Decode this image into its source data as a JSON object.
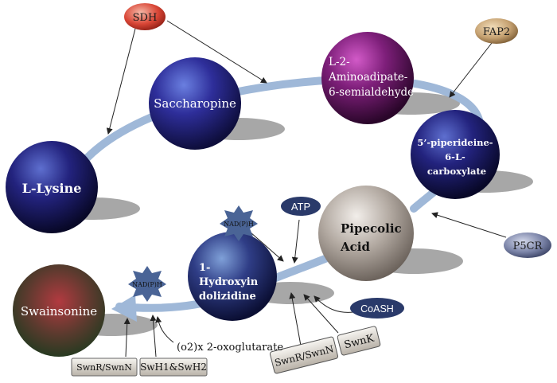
{
  "nodes": {
    "l_lysine": "L-Lysine",
    "saccharopine": "Saccharopine",
    "aminoadipate": [
      "L-2-",
      "Aminoadipate-",
      "6-semialdehyde"
    ],
    "piperideine": [
      "5’-piperideine-",
      "6-L-",
      "carboxylate"
    ],
    "pipecolic": [
      "Pipecolic",
      "Acid"
    ],
    "hydroxyindolizidine": [
      "1-",
      "Hydroxyin",
      "dolizidine"
    ],
    "swainsonine": "Swainsonine"
  },
  "enzymes": {
    "sdh": "SDH",
    "fap2": "FAP2",
    "p5cr": "P5CR",
    "swnk": "SwnK",
    "swnr_swnn_right": "SwnR/SwnN",
    "swnr_swnn_left": "SwnR/SwnN",
    "swh1_swh2": "SwH1&SwH2"
  },
  "cofactors": {
    "atp": "ATP",
    "coash": "CoASH",
    "nadph_upper": "NAD(P)H",
    "nadph_lower": "NAD(P)H",
    "oxoglutarate": "(o2)x 2-oxoglutarate"
  },
  "colors": {
    "pathway_arrow": "#9fb8d8",
    "sphere_blue": "#3a3aa8",
    "sphere_purple": "#8a2a86",
    "sphere_grey": "#b8aea6",
    "sphere_swainsonine": "#5a4a3a",
    "sdh_badge": "#d84a3a",
    "fap2_badge": "#c8a878",
    "atp_badge": "#2a3a6a"
  }
}
